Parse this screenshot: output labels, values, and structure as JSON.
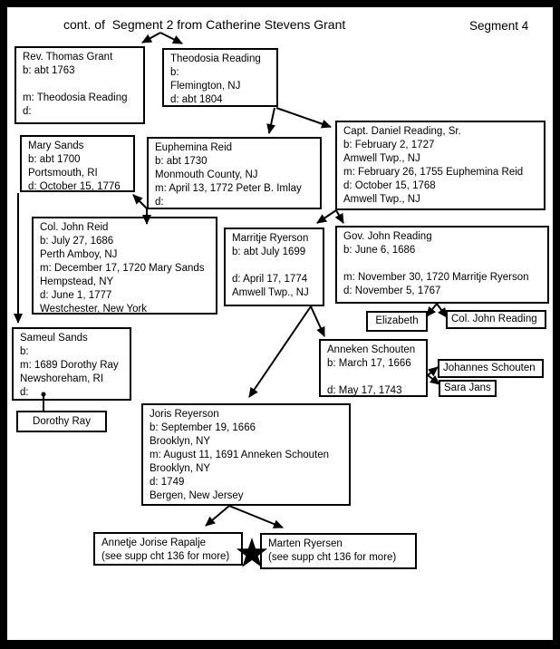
{
  "page": {
    "title": "cont. of  Segment 2 from Catherine Stevens Grant",
    "segment_label": "Segment 4"
  },
  "colors": {
    "ink": "#000000",
    "paper": "#ffffff"
  },
  "icons": {
    "star": "marriage-star-icon",
    "dot": "spouse-link-dot"
  },
  "boxes": {
    "rev_thomas_grant": {
      "lines": [
        "Rev. Thomas Grant",
        "b: abt 1763",
        "",
        "m: Theodosia Reading",
        "d:"
      ]
    },
    "theodosia_reading": {
      "lines": [
        "Theodosia Reading",
        "b:",
        "Flemington, NJ",
        "d: abt 1804"
      ]
    },
    "mary_sands": {
      "lines": [
        "Mary Sands",
        "b: abt 1700",
        "Portsmouth, RI",
        "d: October 15, 1776"
      ]
    },
    "euphemina_reid": {
      "lines": [
        "Euphemina Reid",
        "b: abt 1730",
        "Monmouth County, NJ",
        "m: April 13, 1772 Peter B. Imlay",
        "d:"
      ]
    },
    "capt_daniel_reading": {
      "lines": [
        "Capt. Daniel Reading, Sr.",
        "b: February 2, 1727",
        "Amwell Twp., NJ",
        "m: February 26, 1755 Euphemina Reid",
        "d: October 15, 1768",
        "Amwell Twp., NJ"
      ]
    },
    "col_john_reid": {
      "lines": [
        "Col. John Reid",
        "b: July 27, 1686",
        "Perth Amboy, NJ",
        "m: December 17, 1720 Mary Sands",
        "Hempstead, NY",
        "d: June 1, 1777",
        "Westchester, New York"
      ]
    },
    "marritje_ryerson": {
      "lines": [
        "Marritje Ryerson",
        "b: abt July 1699",
        "",
        "d: April 17, 1774",
        "Amwell Twp., NJ"
      ]
    },
    "gov_john_reading": {
      "lines": [
        "Gov. John Reading",
        "b: June 6, 1686",
        "",
        "m: November 30, 1720 Marritje Ryerson",
        "d: November 5, 1767"
      ]
    },
    "elizabeth": {
      "lines": [
        "Elizabeth"
      ]
    },
    "col_john_reading": {
      "lines": [
        "Col. John Reading"
      ]
    },
    "sameul_sands": {
      "lines": [
        "Sameul Sands",
        "b:",
        "m: 1689 Dorothy Ray",
        "Newshoreham, RI",
        "d:"
      ]
    },
    "dorothy_ray": {
      "lines": [
        "Dorothy Ray"
      ]
    },
    "anneken_schouten": {
      "lines": [
        "Anneken Schouten",
        "b: March 17, 1666",
        "",
        "d: May 17, 1743"
      ]
    },
    "johannes_schouten": {
      "lines": [
        "Johannes Schouten"
      ]
    },
    "sara_jans": {
      "lines": [
        "Sara Jans"
      ]
    },
    "joris_reyerson": {
      "lines": [
        "Joris Reyerson",
        "b: September 19, 1666",
        "Brooklyn, NY",
        "m: August 11, 1691 Anneken Schouten",
        "Brooklyn, NY",
        "d: 1749",
        "Bergen, New Jersey"
      ]
    },
    "annetje_jorise_rapalje": {
      "lines": [
        "Annetje Jorise Rapalje",
        "(see supp cht 136 for more)"
      ]
    },
    "marten_ryersen": {
      "lines": [
        "Marten Ryersen",
        "(see supp cht 136 for more)"
      ]
    }
  }
}
